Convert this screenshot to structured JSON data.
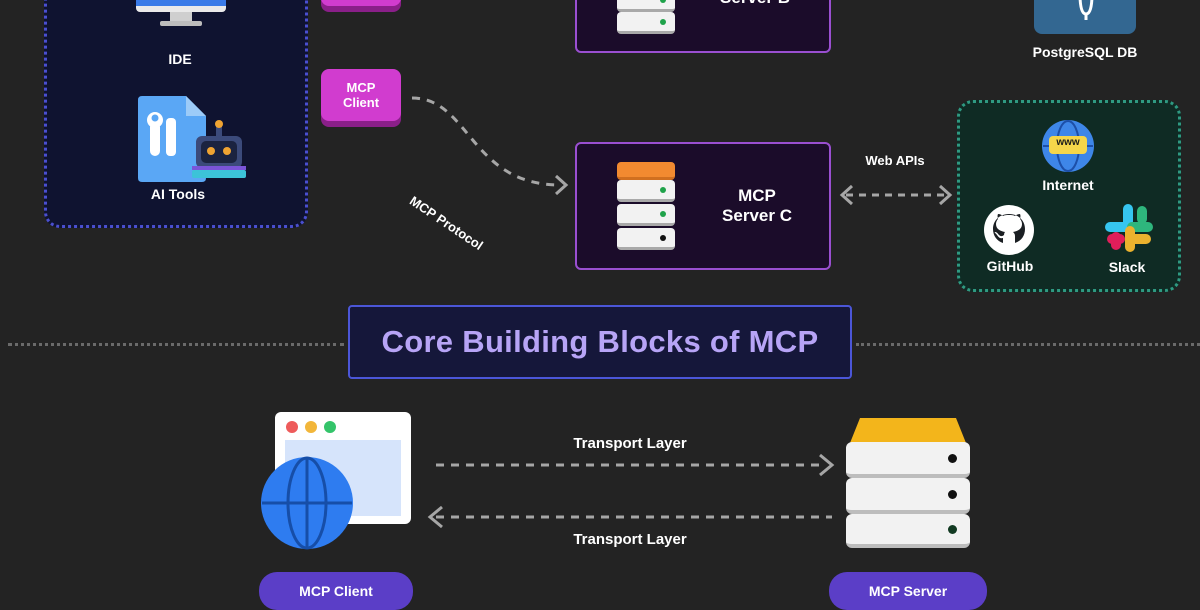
{
  "host": {
    "ide_label": "IDE",
    "ai_tools_label": "AI Tools",
    "client_label_line1": "MCP",
    "client_label_line2": "Client"
  },
  "protocol_label": "MCP Protocol",
  "server_b": {
    "name_line2": "Server B"
  },
  "server_c": {
    "name_line1": "MCP",
    "name_line2": "Server C"
  },
  "postgres_label": "PostgreSQL DB",
  "web_apis": {
    "arrow_label": "Web APIs",
    "internet_label": "Internet",
    "internet_icon_text": "www",
    "github_label": "GitHub",
    "slack_label": "Slack"
  },
  "section_title": "Core Building Blocks of MCP",
  "core": {
    "transport_top": "Transport Layer",
    "transport_bottom": "Transport Layer",
    "client_pill": "MCP Client",
    "server_pill": "MCP Server"
  },
  "colors": {
    "background": "#232323",
    "client_chip": "#d13ccf",
    "server_border": "#9a4fd1",
    "host_border": "#4a4fd0",
    "web_border": "#2f9a82",
    "title_text": "#b7a4f6",
    "pill": "#5b3ec7",
    "server_top": "#f28a30",
    "core_server_top": "#f3b51b"
  },
  "icons": [
    "monitor-icon",
    "ai-tools-icon",
    "server-stack-icon",
    "database-icon",
    "globe-icon",
    "github-icon",
    "slack-icon",
    "browser-window-icon"
  ]
}
